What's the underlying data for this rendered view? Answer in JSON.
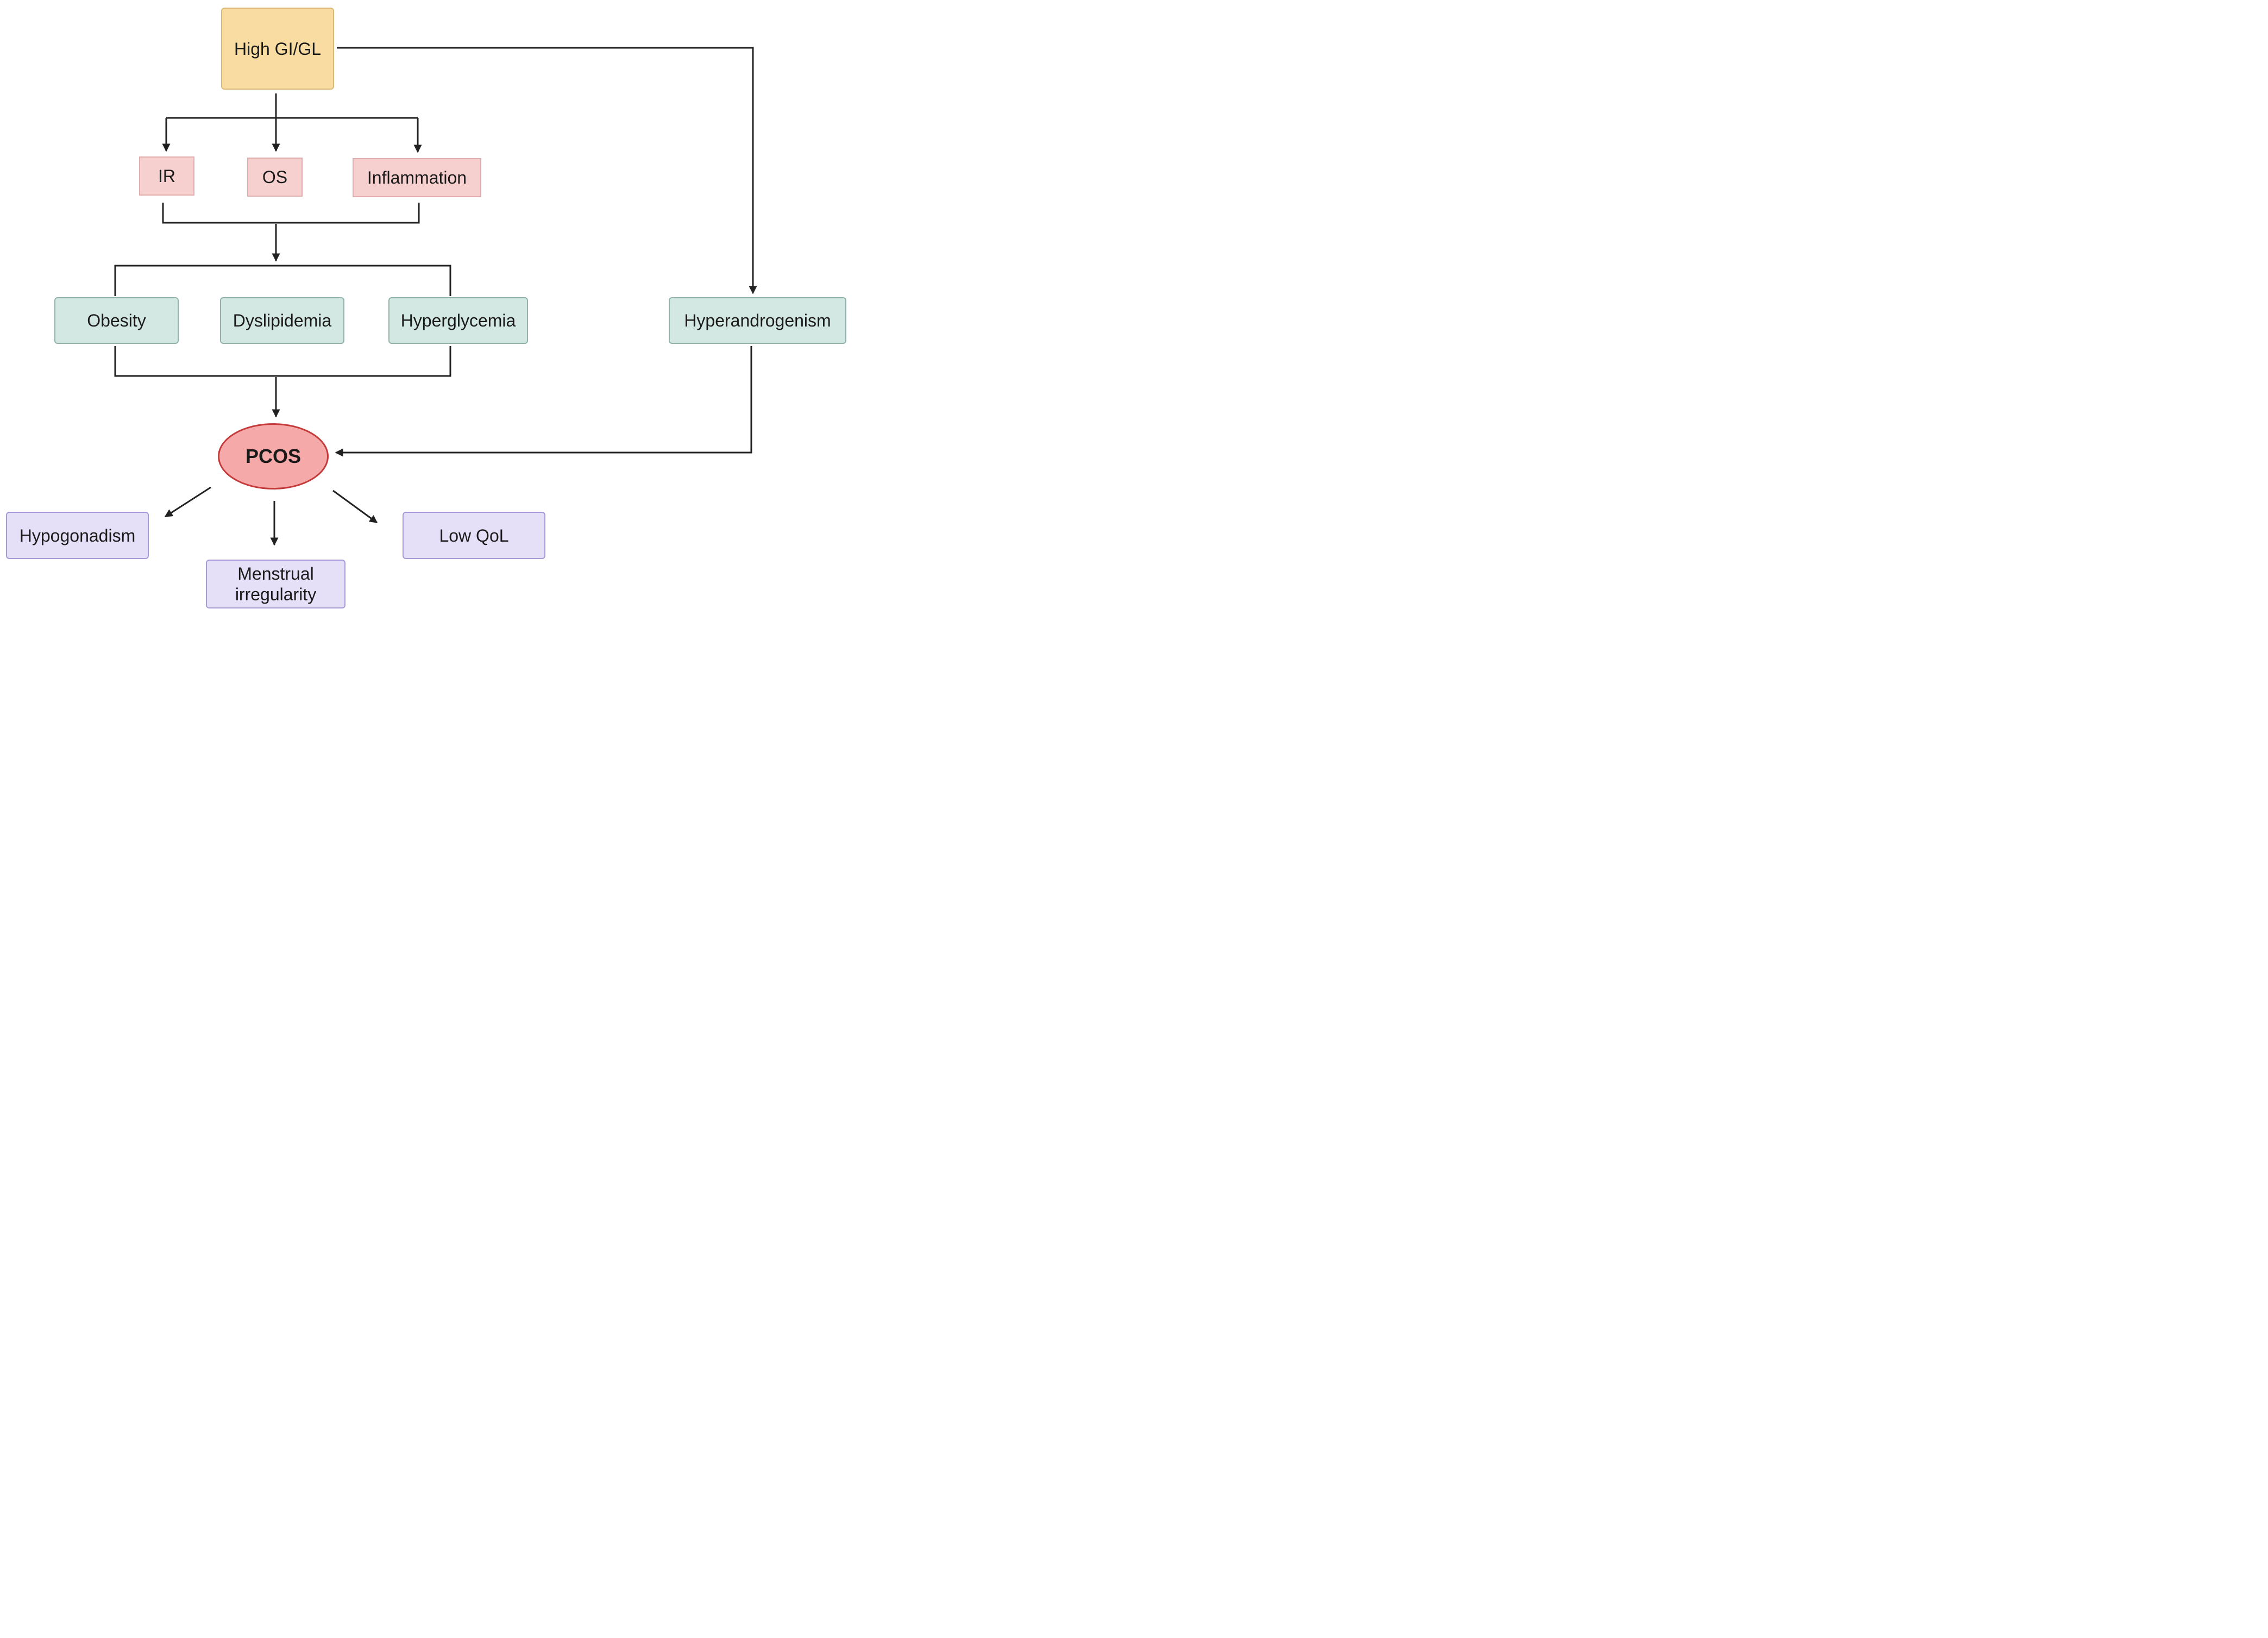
{
  "nodes": {
    "high_gi": "High GI/GL",
    "ir": "IR",
    "os": "OS",
    "inflammation": "Inflammation",
    "obesity": "Obesity",
    "dyslipidemia": "Dyslipidemia",
    "hyperglycemia": "Hyperglycemia",
    "hyperandrogenism": "Hyperandrogenism",
    "pcos": "PCOS",
    "hypogonadism": "Hypogonadism",
    "menstrual_irregularity": "Menstrual\nirregularity",
    "low_qol": "Low QoL"
  },
  "colors": {
    "input": "#f8dca2",
    "mechanism": "#f6cfcf",
    "condition": "#d3e8e2",
    "outcome": "#e5e0f8",
    "pcos": "#f5a9a9",
    "pcos_border": "#c53a3a",
    "connector": "#222222"
  }
}
